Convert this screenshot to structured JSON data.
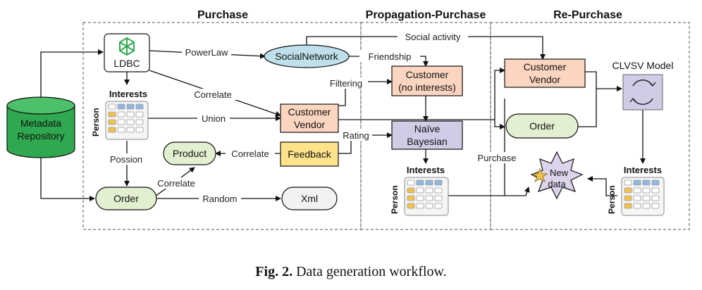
{
  "sections": {
    "purchase": "Purchase",
    "propagation": "Propagation-Purchase",
    "repurchase": "Re-Purchase"
  },
  "nodes": {
    "metadata": [
      "Metadata",
      "Repository"
    ],
    "ldbc": "LDBC",
    "social_network": "SocialNetwork",
    "customer_vendor_1": [
      "Customer",
      "Vendor"
    ],
    "customer_no_interests": [
      "Customer",
      "(no interests)"
    ],
    "customer_vendor_2": [
      "Customer",
      "Vendor"
    ],
    "naive_bayesian": [
      "Naïve",
      "Bayesian"
    ],
    "product": "Product",
    "feedback": "Feedback",
    "order_1": "Order",
    "xml": "Xml",
    "order_2": "Order",
    "clvsv": "CLVSV Model",
    "new_data": [
      "New",
      "data"
    ],
    "interests_label": "Interests",
    "person_label": "Person"
  },
  "edges": {
    "power_law": "PowerLaw",
    "social_activity": "Social activity",
    "friendship": "Friendship",
    "correlate_1": "Correlate",
    "filtering": "Filtering",
    "union": "Union",
    "rating": "Rating",
    "correlate_2": "Correlate",
    "possion": "Possion",
    "correlate_3": "Correlate",
    "random": "Random",
    "purchase": "Purchase"
  },
  "caption": {
    "label": "Fig. 2.",
    "text": " Data generation workflow."
  },
  "colors": {
    "metadata_fill": "#2fa84f",
    "social_fill": "#bfe0ea",
    "customer_fill": "#fbd5c0",
    "bayes_fill": "#d2cbe6",
    "feedback_fill": "#ffe38a",
    "order_fill": "#e3efd1",
    "clvsv_fill": "#d2cbe6",
    "newdata_fill": "#ddd4ec",
    "ldbc_icon": "#2fa84f",
    "table_blue": "#8fb8e3",
    "table_yellow": "#f2c24e"
  }
}
